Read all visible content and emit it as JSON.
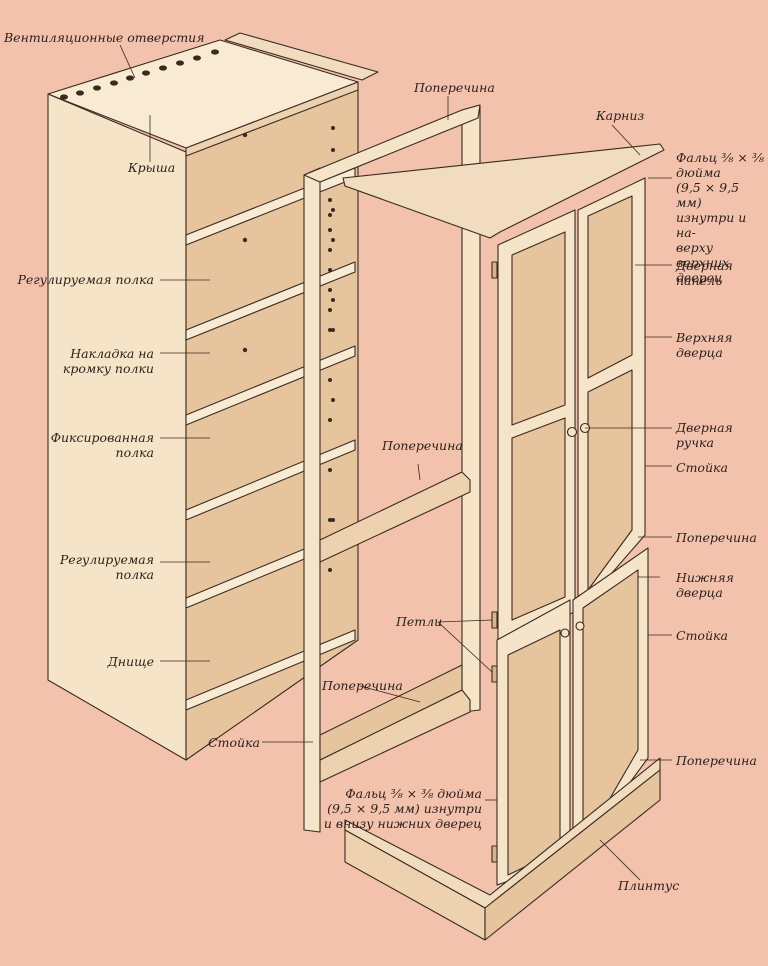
{
  "colors": {
    "background": "#f2c2ad",
    "wood_light": "#f7e7cf",
    "wood_mid": "#eed2b0",
    "wood_dark": "#d9b48f",
    "outline": "#3a2a20"
  },
  "labels": {
    "vents": "Вентиляционные отверстия",
    "roof": "Крыша",
    "adjustable_shelf_top": "Регулируемая полка",
    "shelf_edge_trim": "Накладка на\nкромку полки",
    "fixed_shelf": "Фиксированная\nполка",
    "adjustable_shelf_bottom": "Регулируемая\nполка",
    "bottom": "Днище",
    "crossbar_top": "Поперечина",
    "crossbar_middle": "Поперечина",
    "crossbar_lower": "Поперечина",
    "stile_frame": "Стойка",
    "cornice": "Карниз",
    "rabbet_upper": "Фальц ⅜ × ⅜\nдюйма\n(9,5 × 9,5 мм)\nизнутри и на-\nверху верхних\nдверец",
    "door_panel": "Дверная\nпанель",
    "upper_door": "Верхняя\nдверца",
    "door_handle": "Дверная\nручка",
    "stile_upper": "Стойка",
    "crossbar_right_mid": "Поперечина",
    "lower_door": "Нижняя\nдверца",
    "stile_lower": "Стойка",
    "crossbar_right_low": "Поперечина",
    "hinges": "Петли",
    "rabbet_lower": "Фальц ⅜ × ⅜ дюйма\n(9,5 × 9,5 мм) изнутри\nи внизу нижних дверец",
    "plinth": "Плинтус"
  }
}
